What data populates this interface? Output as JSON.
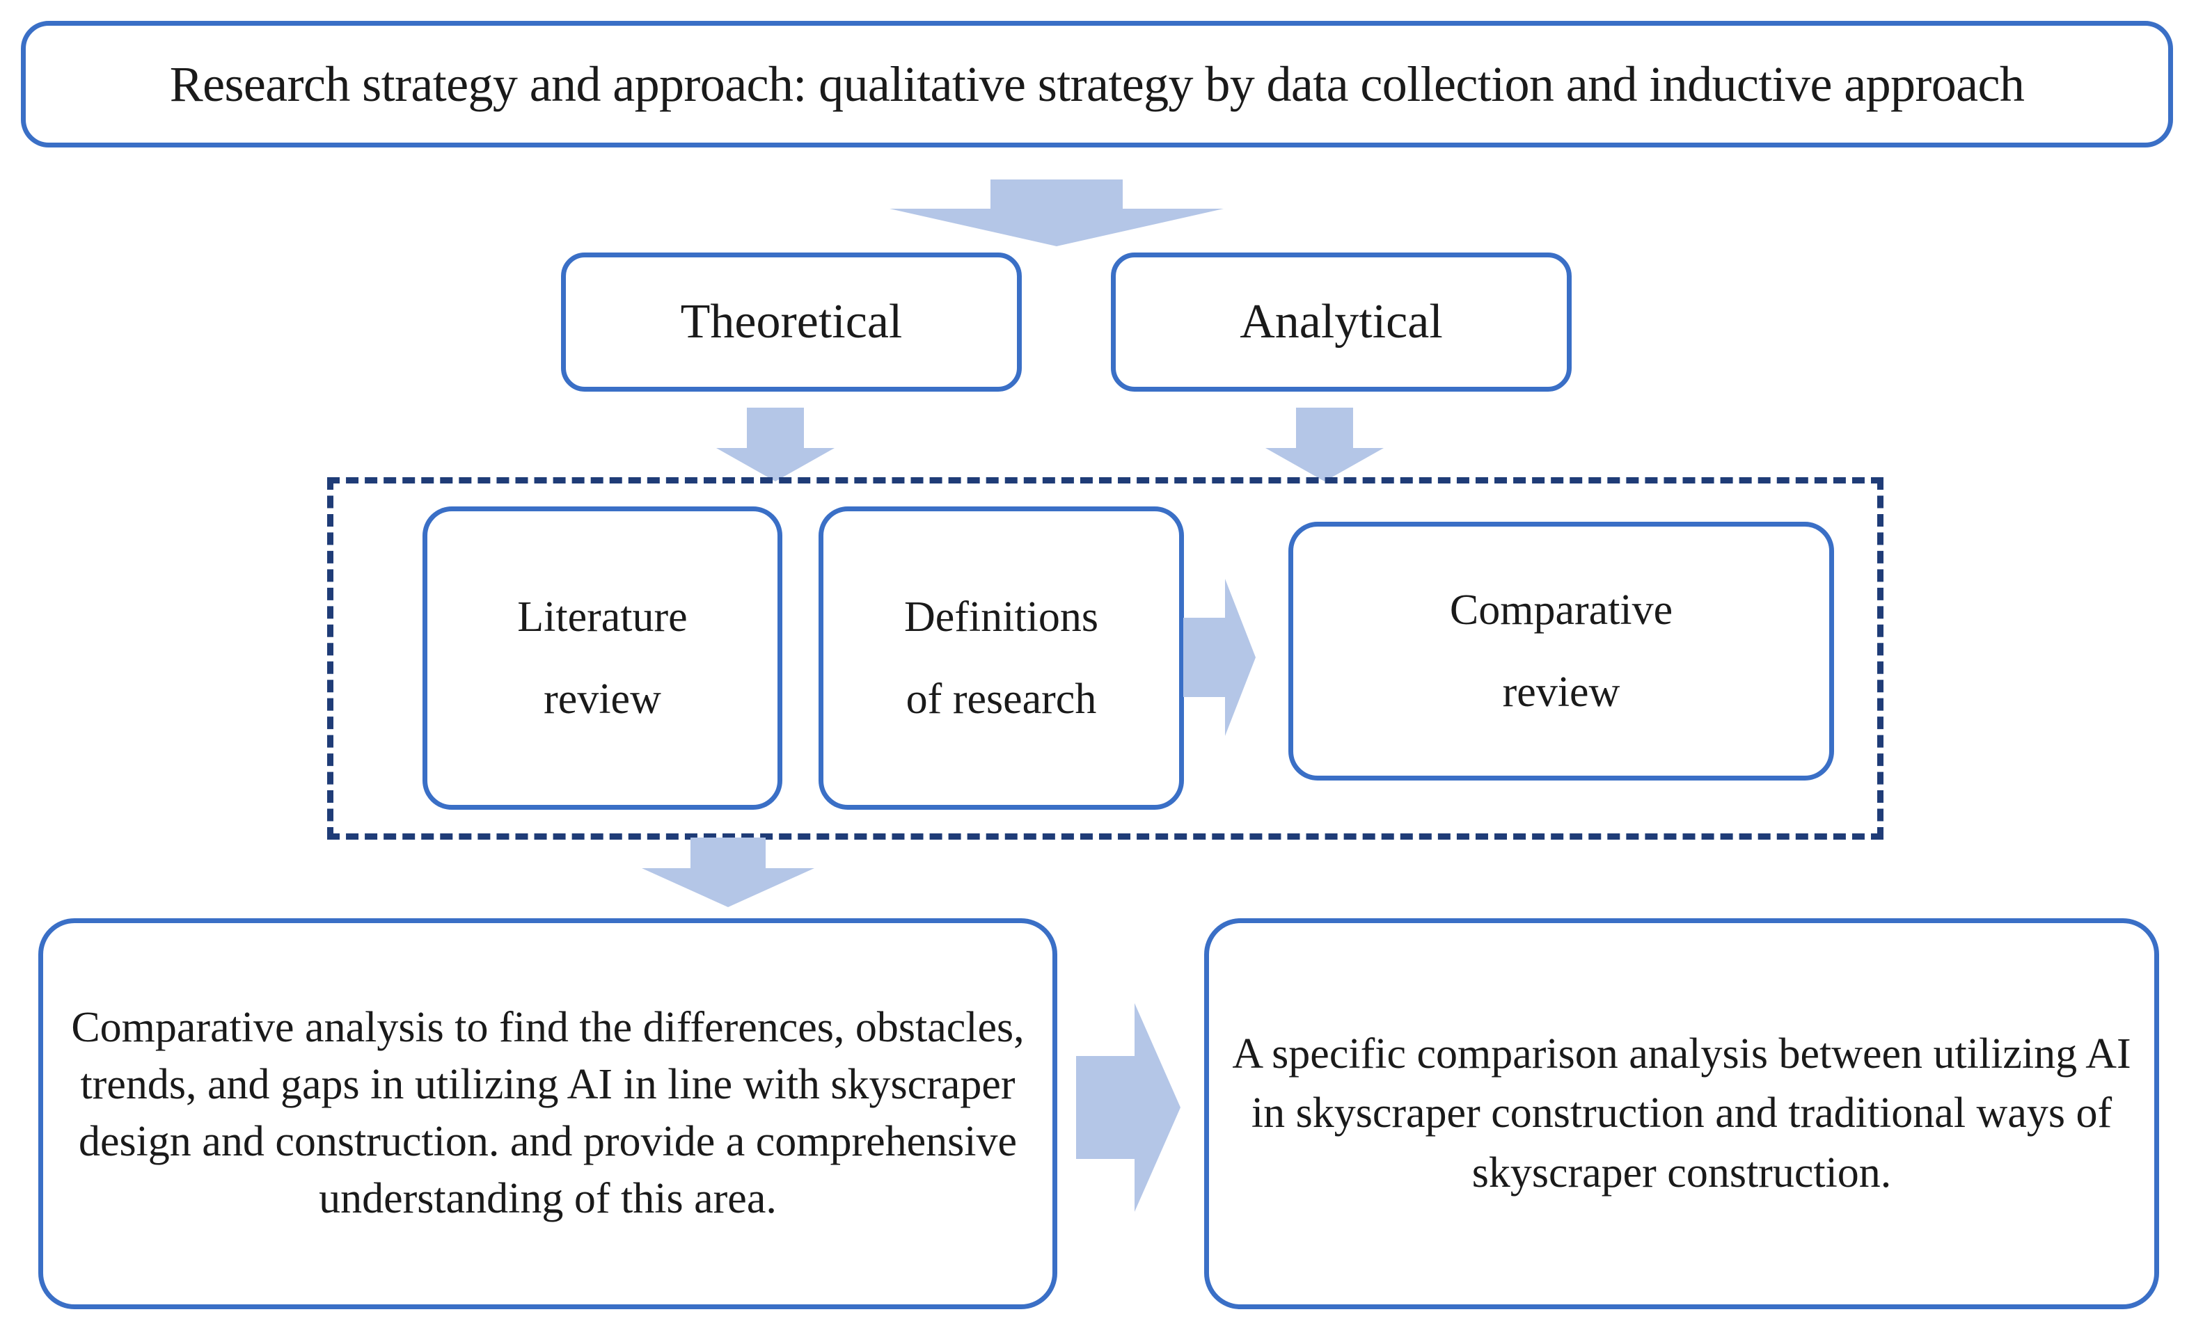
{
  "diagram": {
    "title_box": {
      "text": "Research strategy and approach: qualitative strategy by data collection and inductive approach"
    },
    "branches": [
      {
        "id": "theoretical",
        "label": "Theoretical"
      },
      {
        "id": "analytical",
        "label": "Analytical"
      }
    ],
    "group": {
      "style": "dashed-container",
      "items": [
        {
          "id": "literature-review",
          "line1": "Literature",
          "line2": "review"
        },
        {
          "id": "definitions-of-research",
          "line1": "Definitions",
          "line2": "of research"
        },
        {
          "id": "comparative-review",
          "line1": "Comparative",
          "line2": "review"
        }
      ]
    },
    "results": [
      {
        "id": "comparative-analysis",
        "text": "Comparative analysis to find the differences, obstacles, trends, and gaps in utilizing AI in line with skyscraper design and construction. and provide a comprehensive understanding of this area."
      },
      {
        "id": "specific-comparison",
        "text": "A specific comparison analysis between utilizing AI in skyscraper construction and traditional ways of skyscraper construction."
      }
    ],
    "arrows": [
      {
        "id": "top-to-branches",
        "direction": "down"
      },
      {
        "id": "theoretical-to-group",
        "direction": "down"
      },
      {
        "id": "analytical-to-group",
        "direction": "down"
      },
      {
        "id": "definitions-to-comparative",
        "direction": "right"
      },
      {
        "id": "group-to-result",
        "direction": "down"
      },
      {
        "id": "result-left-to-right",
        "direction": "right"
      }
    ],
    "colors": {
      "box_border": "#3a6fc6",
      "dashed_border": "#1f3c77",
      "arrow_fill": "#b4c6e7",
      "text": "#1a1a1a",
      "background": "#ffffff"
    }
  }
}
